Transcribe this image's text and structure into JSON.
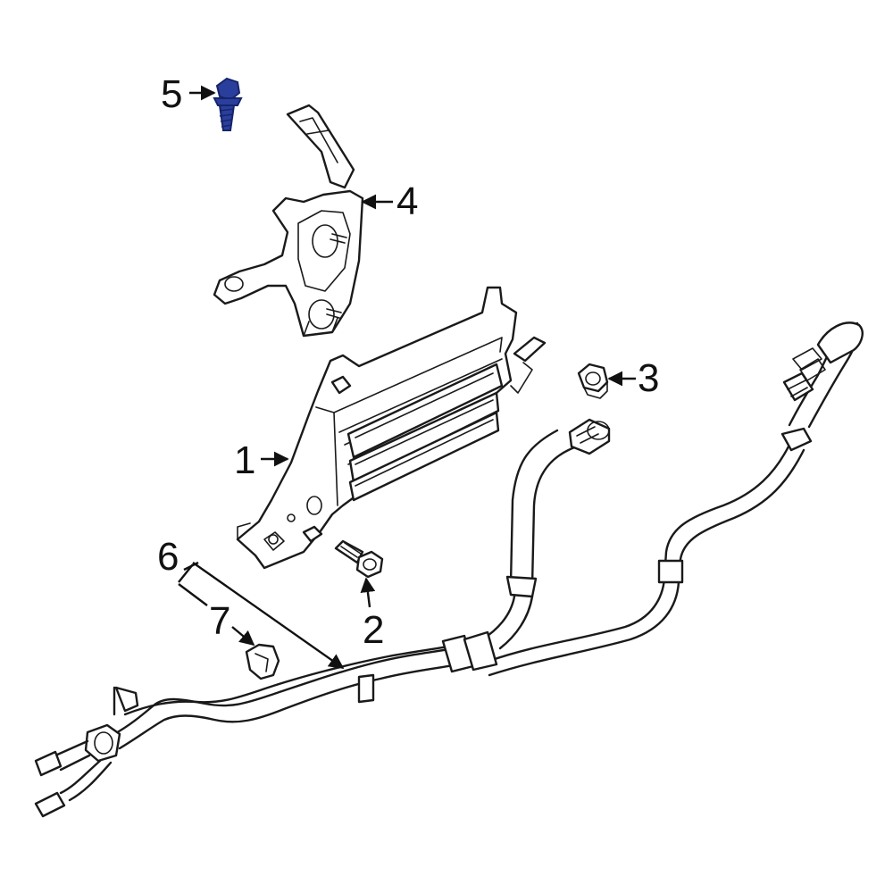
{
  "colors": {
    "line": "#1a1a1a",
    "background": "#ffffff",
    "highlight_part": "#2a3f9c",
    "highlight_dark": "#16246a"
  },
  "callouts": {
    "c1": "1",
    "c2": "2",
    "c3": "3",
    "c4": "4",
    "c5": "5",
    "c6": "6",
    "c7": "7"
  }
}
